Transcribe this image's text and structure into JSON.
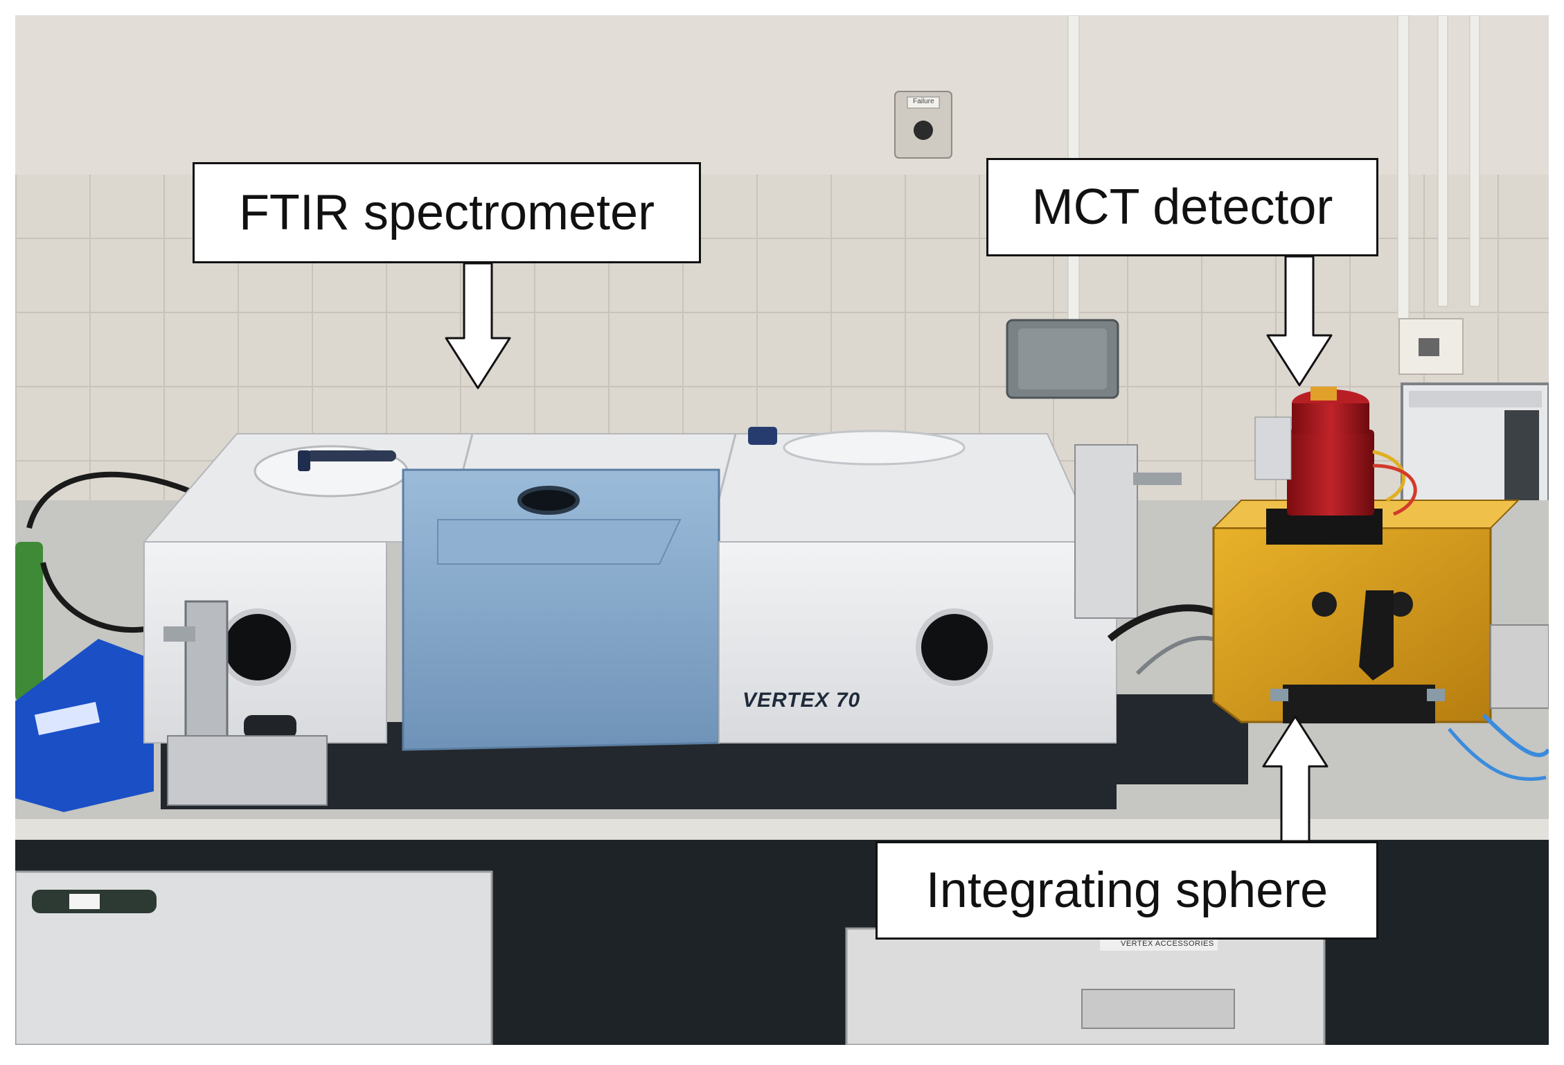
{
  "labels": {
    "ftir": "FTIR spectrometer",
    "mct": "MCT detector",
    "sphere": "Integrating sphere"
  },
  "instrument": {
    "model": "VERTEX 70",
    "drawer_label": "VERTEX ACCESSORIES",
    "wall_sign": "Failure"
  },
  "colors": {
    "wall": "#dcd7cf",
    "instrument_body": "#ecedef",
    "blue_panel": "#86a9cc",
    "detector_red": "#a8181c",
    "sphere_gold": "#d49a1c",
    "bench": "#1e2327"
  }
}
